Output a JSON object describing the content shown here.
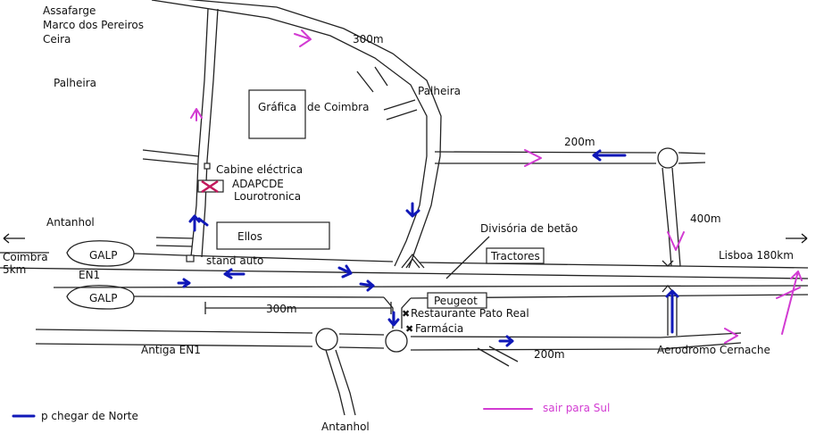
{
  "places": {
    "assafarge": "Assafarge",
    "marco": "Marco dos Pereiros",
    "ceira": "Ceira",
    "palheira_w": "Palheira",
    "palheira_e": "Palheira",
    "antanhol_w": "Antanhol",
    "antanhol_s": "Antanhol",
    "coimbra": "Coimbra",
    "coimbra_km": "5km",
    "lisboa": "Lisboa 180km",
    "aerodromo": "Aerodromo Cernache"
  },
  "buildings": {
    "grafica_a": "Gráfica",
    "grafica_b": "de Coimbra",
    "cabine": "Cabine eléctrica",
    "adapcde": "ADAPCDE",
    "lourotronica": "Lourotronica",
    "ellos": "Ellos",
    "stand": "stand auto",
    "tractores": "Tractores",
    "peugeot": "Peugeot",
    "restaurante": "Restaurante Pato Real",
    "farmacia": "Farmácia",
    "galp_top": "GALP",
    "galp_bottom": "GALP"
  },
  "roads": {
    "en1": "EN1",
    "antiga": "Antiga EN1",
    "divisoria": "Divisória de betão"
  },
  "distances": {
    "d300_top": "300m",
    "d200_top": "200m",
    "d400": "400m",
    "d300_mid": "300m",
    "d200_bottom": "200m"
  },
  "legend": {
    "north": "p chegar de Norte",
    "south": "sair para Sul"
  },
  "colors": {
    "north_arrow": "#1018b8",
    "south_arrow": "#d23bd2",
    "adapcde_marker": "#c2185b"
  }
}
